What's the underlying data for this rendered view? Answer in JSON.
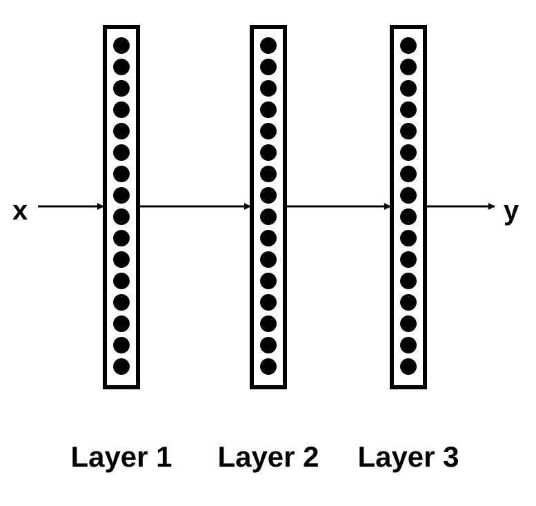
{
  "diagram": {
    "input_label": "x",
    "output_label": "y",
    "layers": [
      {
        "label": "Layer 1",
        "neurons": 16
      },
      {
        "label": "Layer 2",
        "neurons": 16
      },
      {
        "label": "Layer 3",
        "neurons": 16
      }
    ]
  },
  "colors": {
    "stroke": "#000000",
    "background": "#ffffff"
  }
}
